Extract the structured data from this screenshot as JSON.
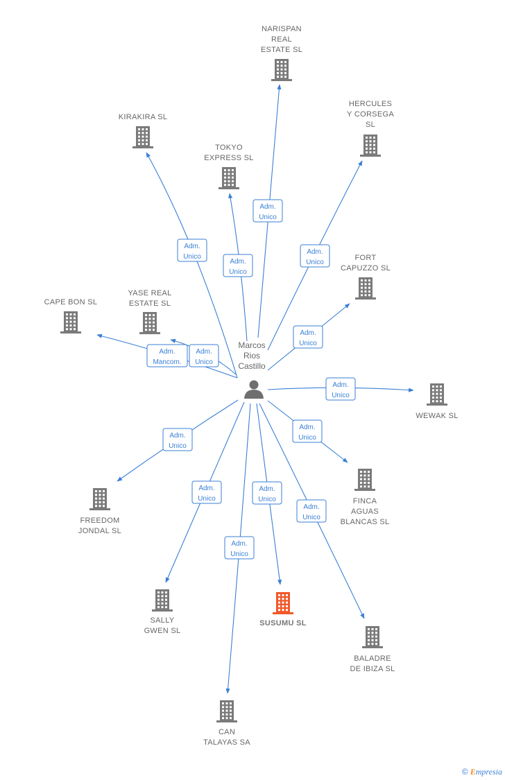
{
  "colors": {
    "edge": "#3a7fd5",
    "company": "#7a7a7a",
    "highlight": "#f0582a",
    "person": "#6f6f6f",
    "label": "#666666"
  },
  "center": {
    "label_lines": [
      "Marcos",
      "Rios",
      "Castillo"
    ],
    "icon": "person-icon"
  },
  "companies": [
    {
      "id": "narispan",
      "label_lines": [
        "NARISPAN",
        "REAL",
        "ESTATE  SL"
      ],
      "role_lines": [
        "Adm.",
        "Unico"
      ]
    },
    {
      "id": "kirakira",
      "label_lines": [
        "KIRAKIRA  SL"
      ],
      "role_lines": [
        "Adm.",
        "Unico"
      ]
    },
    {
      "id": "hercules",
      "label_lines": [
        "HERCULES",
        "Y CORSEGA",
        "SL"
      ],
      "role_lines": [
        "Adm.",
        "Unico"
      ]
    },
    {
      "id": "tokyo",
      "label_lines": [
        "TOKYO",
        "EXPRESS  SL"
      ],
      "role_lines": [
        "Adm.",
        "Unico"
      ]
    },
    {
      "id": "fort",
      "label_lines": [
        "FORT",
        "CAPUZZO  SL"
      ],
      "role_lines": [
        "Adm.",
        "Unico"
      ]
    },
    {
      "id": "capebon",
      "label_lines": [
        "CAPE BON  SL"
      ],
      "role_lines": [
        "Adm.",
        "Mancom."
      ]
    },
    {
      "id": "yase",
      "label_lines": [
        "YASE REAL",
        "ESTATE  SL"
      ],
      "role_lines": [
        "Adm.",
        "Unico"
      ]
    },
    {
      "id": "wewak",
      "label_lines": [
        "WEWAK  SL"
      ],
      "role_lines": [
        "Adm.",
        "Unico"
      ]
    },
    {
      "id": "freedom",
      "label_lines": [
        "FREEDOM",
        "JONDAL  SL"
      ],
      "role_lines": [
        "Adm.",
        "Unico"
      ]
    },
    {
      "id": "finca",
      "label_lines": [
        "FINCA",
        "AGUAS",
        "BLANCAS  SL"
      ],
      "role_lines": [
        "Adm.",
        "Unico"
      ]
    },
    {
      "id": "sally",
      "label_lines": [
        "SALLY",
        "GWEN  SL"
      ],
      "role_lines": [
        "Adm.",
        "Unico"
      ]
    },
    {
      "id": "susumu",
      "label_lines": [
        "SUSUMU  SL"
      ],
      "role_lines": [
        "Adm.",
        "Unico"
      ],
      "highlight": true
    },
    {
      "id": "baladre",
      "label_lines": [
        "BALADRE",
        "DE IBIZA SL"
      ],
      "role_lines": [
        "Adm.",
        "Unico"
      ]
    },
    {
      "id": "can",
      "label_lines": [
        "CAN",
        "TALAYAS SA"
      ],
      "role_lines": [
        "Adm.",
        "Unico"
      ]
    }
  ],
  "watermark": {
    "symbol": "©",
    "initial": "E",
    "rest": "mpresia"
  }
}
